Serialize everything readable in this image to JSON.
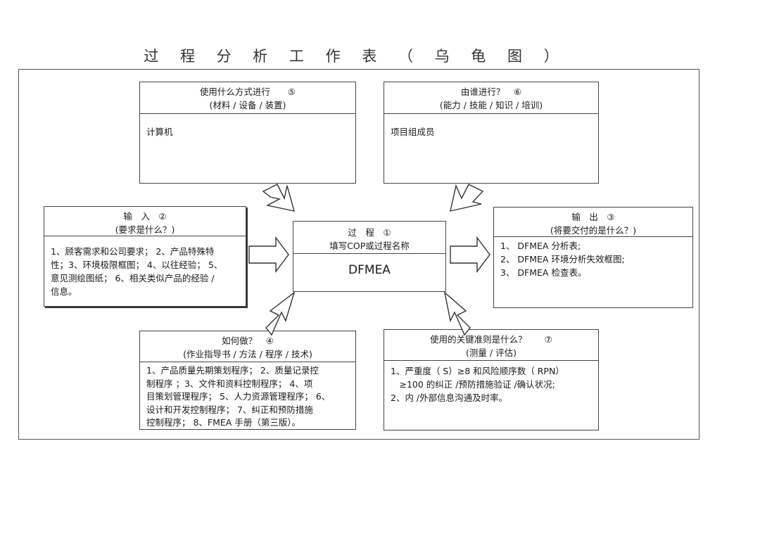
{
  "title": "过 程 分 析 工 作 表 （ 乌 龟 图 ）",
  "with_what": {
    "heading": "使用什么方式进行　　⑤",
    "subheading": "(材料 / 设备 / 装置)",
    "content": "计算机"
  },
  "with_whom": {
    "heading": "由谁进行？　⑥",
    "subheading": "(能力 / 技能 / 知识 / 培训)",
    "content": "项目组成员"
  },
  "input": {
    "heading": "输　入　②",
    "subheading": "(要求是什么？)",
    "content_lines": [
      "1、顾客需求和公司要求；  2、产品特殊特",
      "性；3、环境极限框图；  4、以往经验；  5、",
      "意见测绘图纸；  6、相关类似产品的经验  /",
      "信息。"
    ]
  },
  "process": {
    "heading": "过　程　①",
    "subheading": "填写COP或过程名称",
    "content": "DFMEA"
  },
  "output": {
    "heading": "输　出　③",
    "subheading": "(将要交付的是什么？)",
    "content_lines": [
      "1、 DFMEA 分析表;",
      "2、 DFMEA 环境分析失效框图;",
      "3、 DFMEA 检查表。"
    ]
  },
  "how": {
    "heading": "如何做？　④",
    "subheading": "(作业指导书 / 方法 / 程序 / 技术)",
    "content_lines": [
      "1、产品质量先期策划程序；  2、质量记录控",
      "制程序  ；3、文件和资料控制程序；   4、项",
      "目策划管理程序；  5、人力资源管理程序；  6、",
      "设计和开发控制程序；    7、纠正和预防措施",
      "控制程序；  8、FMEA 手册（第三版）。"
    ]
  },
  "criteria": {
    "heading": "使用的关键准则是什么？　　⑦",
    "subheading": "(测量 / 评估)",
    "content_lines": [
      "1、严重度（ S）≥8 和风险顺序数（ RPN）",
      "　≥100 的纠正 /预防措施验证 /确认状况;",
      "2、内 /外部信息沟通及时率。"
    ]
  }
}
